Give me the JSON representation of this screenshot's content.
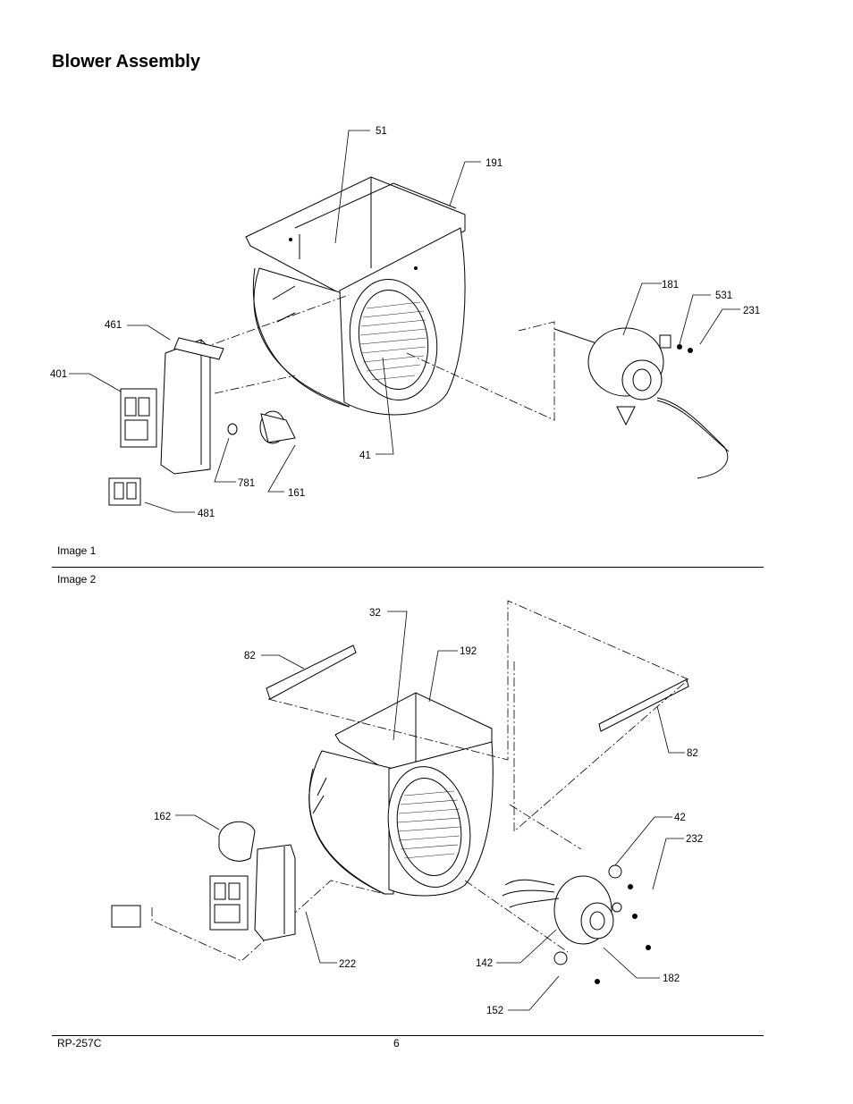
{
  "page": {
    "title": "Blower Assembly",
    "image1_caption": "Image 1",
    "image2_caption": "Image 2",
    "doc_number": "RP-257C",
    "page_number": "6"
  },
  "image1": {
    "callouts": [
      "51",
      "191",
      "181",
      "531",
      "231",
      "461",
      "401",
      "41",
      "781",
      "161",
      "481"
    ]
  },
  "image2": {
    "callouts": [
      "32",
      "82",
      "192",
      "82",
      "162",
      "42",
      "232",
      "222",
      "142",
      "182",
      "152"
    ]
  }
}
